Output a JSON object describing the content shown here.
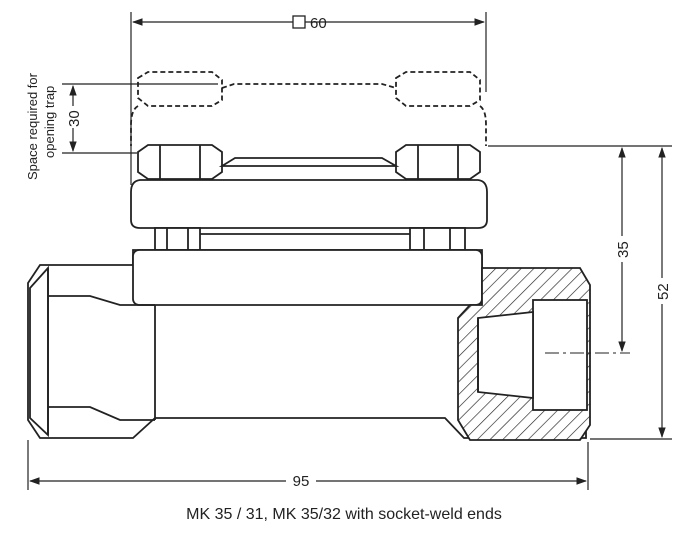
{
  "dimensions": {
    "top_width": "60",
    "top_width_symbol": "□",
    "clearance": "30",
    "center_height": "35",
    "total_height": "52",
    "length": "95"
  },
  "side_note": {
    "line1": "Space required for",
    "line2": "opening trap"
  },
  "caption": "MK 35 / 31, MK 35/32 with socket-weld ends",
  "colors": {
    "line": "#222222",
    "body_fill": "#ffffff"
  }
}
